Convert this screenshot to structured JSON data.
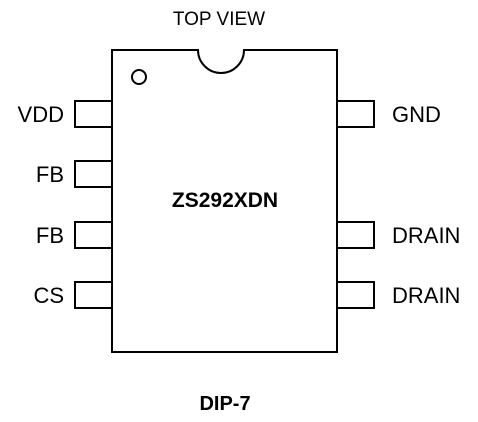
{
  "view_label": "TOP VIEW",
  "part_number": "ZS292XDN",
  "package": "DIP-7",
  "pins_left": [
    {
      "name": "VDD"
    },
    {
      "name": "FB"
    },
    {
      "name": "FB"
    },
    {
      "name": "CS"
    }
  ],
  "pins_right": [
    {
      "name": "GND"
    },
    {
      "name": ""
    },
    {
      "name": "DRAIN"
    },
    {
      "name": "DRAIN"
    }
  ],
  "colors": {
    "outline": "#000000",
    "background": "#ffffff"
  }
}
